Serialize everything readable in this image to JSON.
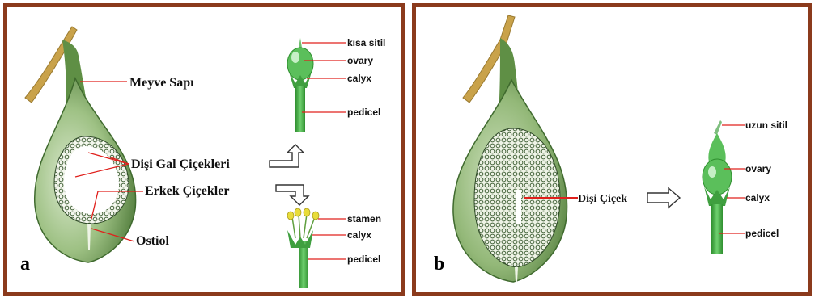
{
  "panels": [
    {
      "letter": "a",
      "labels": {
        "stalk": "Meyve Sapı",
        "gall_flowers": "Dişi Gal Çiçekleri",
        "male_flowers": "Erkek Çiçekler",
        "ostiole": "Ostiol"
      },
      "flower_gall": {
        "style": "kısa sitil",
        "ovary": "ovary",
        "calyx": "calyx",
        "pedicel": "pedicel"
      },
      "flower_male": {
        "stamen": "stamen",
        "calyx": "calyx",
        "pedicel": "pedicel"
      }
    },
    {
      "letter": "b",
      "labels": {
        "female_flower": "Dişi Çiçek"
      },
      "flower_female": {
        "style": "uzun sitil",
        "ovary": "ovary",
        "calyx": "calyx",
        "pedicel": "pedicel"
      }
    }
  ],
  "colors": {
    "frame": "#8b3a1c",
    "fig_dark": "#4f7a3a",
    "fig_light": "#b9d4a2",
    "flower_green": "#3fae3f",
    "branch": "#c9a24a",
    "leader_line": "#e0201c",
    "stamen_yellow": "#e8dc3a"
  }
}
